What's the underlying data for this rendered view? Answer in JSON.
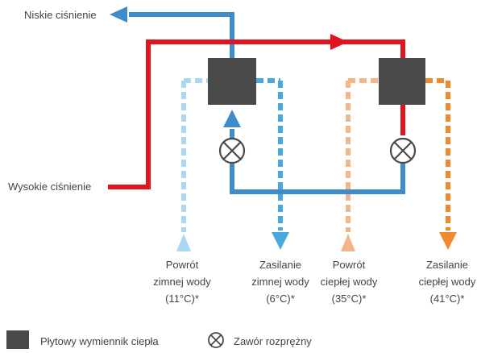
{
  "labels": {
    "low_pressure": "Niskie ciśnienie",
    "high_pressure": "Wysokie ciśnienie"
  },
  "ports": {
    "cold_return": {
      "line1": "Powrót",
      "line2": "zimnej wody",
      "temp": "(11°C)*"
    },
    "cold_supply": {
      "line1": "Zasilanie",
      "line2": "zimnej wody",
      "temp": "(6°C)*"
    },
    "warm_return": {
      "line1": "Powrót",
      "line2": "ciepłej wody",
      "temp": "(35°C)*"
    },
    "warm_supply": {
      "line1": "Zasilanie",
      "line2": "ciepłej wody",
      "temp": "(41°C)*"
    }
  },
  "legend": {
    "heat_exchanger": "Płytowy wymiennik ciepła",
    "expansion_valve": "Zawór rozprężny"
  },
  "colors": {
    "high_pressure_line": "#e0141e",
    "low_pressure_line": "#3d8ccc",
    "cold_water_light": "#a9d8f2",
    "cold_water_dark": "#4aa8de",
    "warm_water_light": "#f6b589",
    "warm_water_dark": "#ef8a2f",
    "heat_exchanger": "#4a4a4a"
  }
}
